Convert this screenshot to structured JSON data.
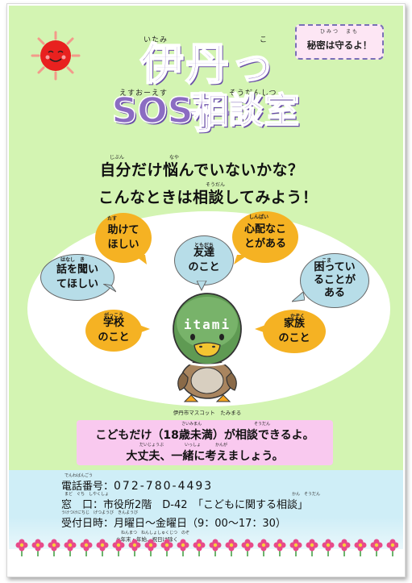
{
  "secret": {
    "ruby": "ひみつ　まも",
    "text": "秘密は守るよ！"
  },
  "title": {
    "ruby_itami": "いたみ",
    "ruby_ko": "こ",
    "line1": "伊丹っ子",
    "ruby_sos": "えすおーえす",
    "ruby_soudanshitsu": "そうだんしつ",
    "line2": "SOS相談室"
  },
  "question": {
    "ruby1": "じぶん",
    "ruby2": "なや",
    "line1": "自分だけ悩んでいないかな？",
    "ruby3": "そうだん",
    "line2": "こんなときは相談してみよう！"
  },
  "bubbles": [
    {
      "ruby": "たす",
      "text": "助けて\nほしい",
      "color": "orange"
    },
    {
      "ruby": "ともだち",
      "text": "友達\nのこと",
      "color": "blue"
    },
    {
      "ruby": "しんぱい",
      "text": "心配なこ\nとがある",
      "color": "orange"
    },
    {
      "ruby": "はなし　き",
      "text": "話を聞い\nてほしい",
      "color": "blue"
    },
    {
      "ruby": "こま",
      "text": "困ってい\nることが\nある",
      "color": "blue"
    },
    {
      "ruby": "がっこう",
      "text": "学校\nのこと",
      "color": "orange"
    },
    {
      "ruby": "かぞく",
      "text": "家族\nのこと",
      "color": "orange"
    }
  ],
  "mascot": {
    "cap_text": "itami",
    "caption": "伊丹市マスコット　たみまる"
  },
  "note": {
    "ruby1": "さいみまん",
    "ruby2": "そうだん",
    "line1": "こどもだけ（18歳未満）が相談できるよ。",
    "ruby3": "だいじょうぶ",
    "ruby4": "いっしょ",
    "ruby5": "かんが",
    "line2": "大丈夫、一緒に考えましょう。"
  },
  "contact": {
    "phone_ruby": "でんわばんごう",
    "phone_label": "電話番号：",
    "phone": "072-780-4493",
    "window_ruby": "まど　ぐち　しやくしょ",
    "window_label": "窓　口：",
    "window": "市役所2階　D-42　「こどもに関する相談」",
    "window_ruby2": "かん　そうだん",
    "hours_ruby": "うけつけにちじ　げつようび　きんようび",
    "hours_label": "受付日時：",
    "hours": "月曜日～金曜日（9：00～17：30）",
    "note_ruby": "ねんまつ　ねんしょしゅくじつ　のぞ",
    "note": "※年末・年始、祝日は除く"
  },
  "colors": {
    "title": "#8b6cc2",
    "orange": "#f5b223",
    "blue_bubble": "#b7dde8",
    "green_bg": "#d3f4b2",
    "pink": "#f9c9ef"
  }
}
